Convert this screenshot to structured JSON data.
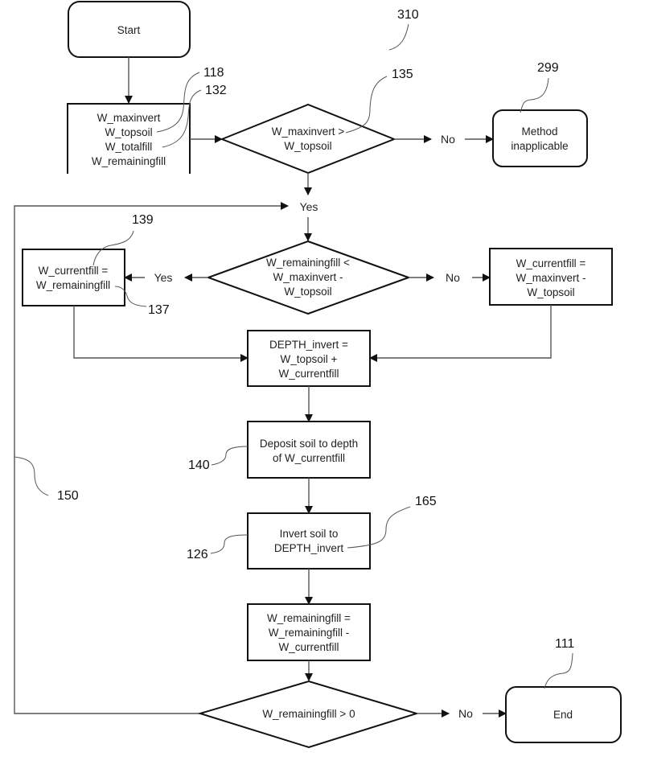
{
  "diagram": {
    "figure_ref": "310",
    "nodes": {
      "start": {
        "lines": [
          "Start"
        ],
        "ref": ""
      },
      "inputs": {
        "lines": [
          "W_maxinvert",
          "W_topsoil",
          "W_totalfill",
          "W_remainingfill"
        ],
        "refs": [
          "118",
          "132"
        ]
      },
      "decision1": {
        "lines": [
          "W_maxinvert >",
          "W_topsoil"
        ],
        "ref": "135"
      },
      "inapplicable": {
        "lines": [
          "Method",
          "inapplicable"
        ],
        "ref": "299"
      },
      "decision2": {
        "lines": [
          "W_remainingfill <",
          "W_maxinvert -",
          "W_topsoil"
        ]
      },
      "fill_remaining": {
        "lines": [
          "W_currentfill =",
          "W_remainingfill"
        ],
        "refs": [
          "139",
          "137"
        ]
      },
      "fill_max": {
        "lines": [
          "W_currentfill =",
          "W_maxinvert -",
          "W_topsoil"
        ]
      },
      "depth": {
        "lines": [
          "DEPTH_invert =",
          "W_topsoil +",
          "W_currentfill"
        ]
      },
      "deposit": {
        "lines": [
          "Deposit soil to depth",
          "of W_currentfill"
        ],
        "ref": "140"
      },
      "invert": {
        "lines": [
          "Invert soil to",
          "DEPTH_invert"
        ],
        "refs": [
          "126",
          "165"
        ]
      },
      "update": {
        "lines": [
          "W_remainingfill =",
          "W_remainingfill -",
          "W_currentfill"
        ]
      },
      "decision3": {
        "lines": [
          "W_remainingfill > 0"
        ]
      },
      "end": {
        "lines": [
          "End"
        ],
        "ref": "111"
      }
    },
    "edge_labels": {
      "d1_no": "No",
      "d1_yes": "Yes",
      "d2_yes": "Yes",
      "d2_no": "No",
      "d3_no": "No"
    },
    "loop_ref": "150"
  }
}
